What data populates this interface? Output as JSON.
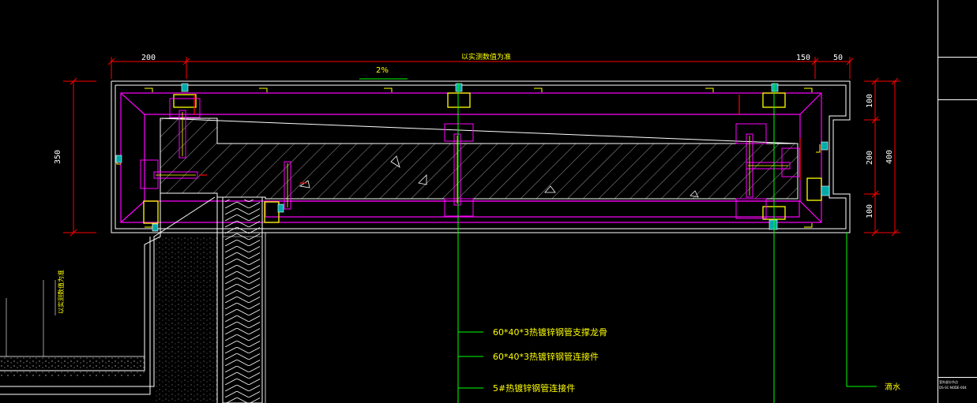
{
  "colors": {
    "background": "#000000",
    "frame": "#ff00ff",
    "outline": "#ffffff",
    "dimension_line": "#ff0000",
    "leader": "#00ff00",
    "text": "#ffff00",
    "bracket": "#ffff00",
    "concrete": "#ffffff"
  },
  "top_dimensions": {
    "left": "200",
    "center": "以实测数值为准",
    "right_a": "150",
    "right_b": "50"
  },
  "slope_label": "2%",
  "left_dimension": "350",
  "left_vertical_note": "以实测数值为准",
  "right_dimensions": {
    "seg_top": "100",
    "seg_mid": "200",
    "seg_bottom": "100",
    "total": "400"
  },
  "callouts": [
    "60*40*3热镀锌钢管支撑龙骨",
    "60*40*3热镀锌钢管连接件",
    "5#热镀锌钢管连接件"
  ],
  "drip_label": "滴水",
  "title_block": {
    "line1": "室外部分节点",
    "line2": "DS-SC-NODE-004"
  }
}
